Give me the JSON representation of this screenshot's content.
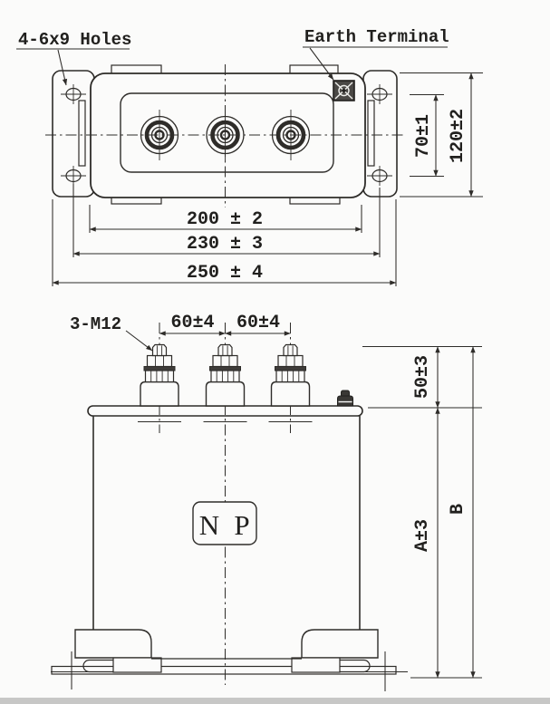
{
  "colors": {
    "line": "#2e2c29",
    "paper": "#fbfbfa"
  },
  "top_view": {
    "holes_label": "4-6x9 Holes",
    "earth_terminal_label": "Earth Terminal",
    "dims": {
      "hole_pitch_vertical": "70±1",
      "flange_height": "120±2",
      "case_width": "200 ± 2",
      "hole_pitch_horizontal": "230 ± 3",
      "overall_width": "250 ± 4"
    }
  },
  "front_view": {
    "terminal_thread_label": "3-M12",
    "nameplate": {
      "left_letter": "N",
      "right_letter": "P"
    },
    "dims": {
      "terminal_pitch_left": "60±4",
      "terminal_pitch_right": "60±4",
      "terminal_height": "50±3",
      "case_height": "A±3",
      "overall_height": "B"
    }
  }
}
